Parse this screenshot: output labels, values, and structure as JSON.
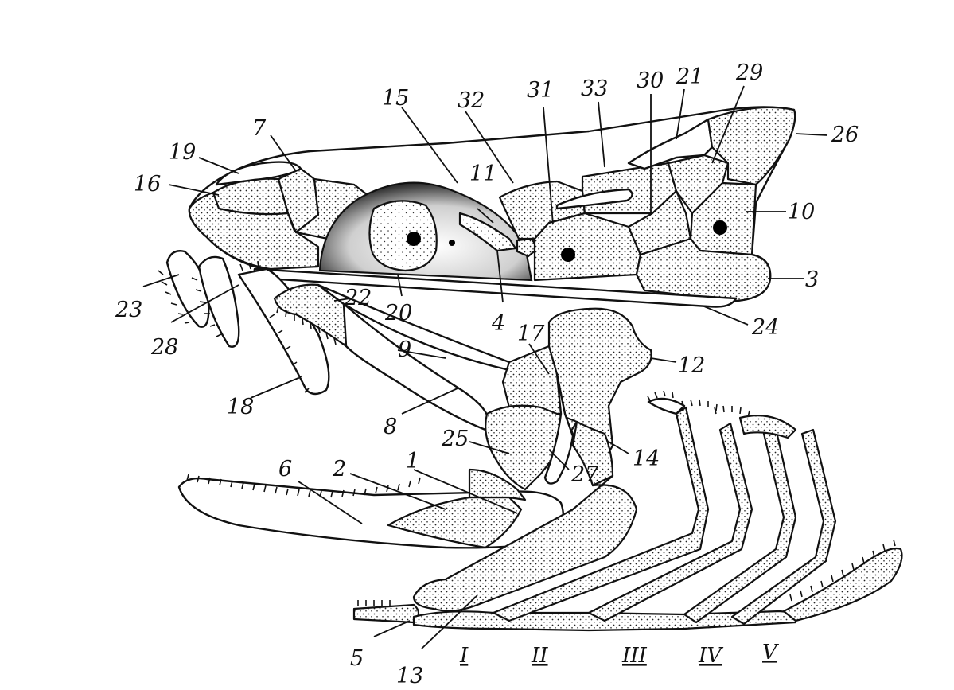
{
  "labels": {
    "l1": "1",
    "l2": "2",
    "l3": "3",
    "l4": "4",
    "l5": "5",
    "l6": "6",
    "l7": "7",
    "l8": "8",
    "l9": "9",
    "l10": "10",
    "l11": "11",
    "l12": "12",
    "l13": "13",
    "l14": "14",
    "l15": "15",
    "l16": "16",
    "l17": "17",
    "l18": "18",
    "l19": "19",
    "l20": "20",
    "l21": "21",
    "l22": "22",
    "l23": "23",
    "l24": "24",
    "l25": "25",
    "l26": "26",
    "l27": "27",
    "l28": "28",
    "l29": "29",
    "l30": "30",
    "l31": "31",
    "l32": "32",
    "l33": "33"
  },
  "gill_arches": [
    "I",
    "II",
    "III",
    "IV",
    "V"
  ],
  "colors": {
    "ink": "#111111",
    "paper": "#ffffff"
  }
}
